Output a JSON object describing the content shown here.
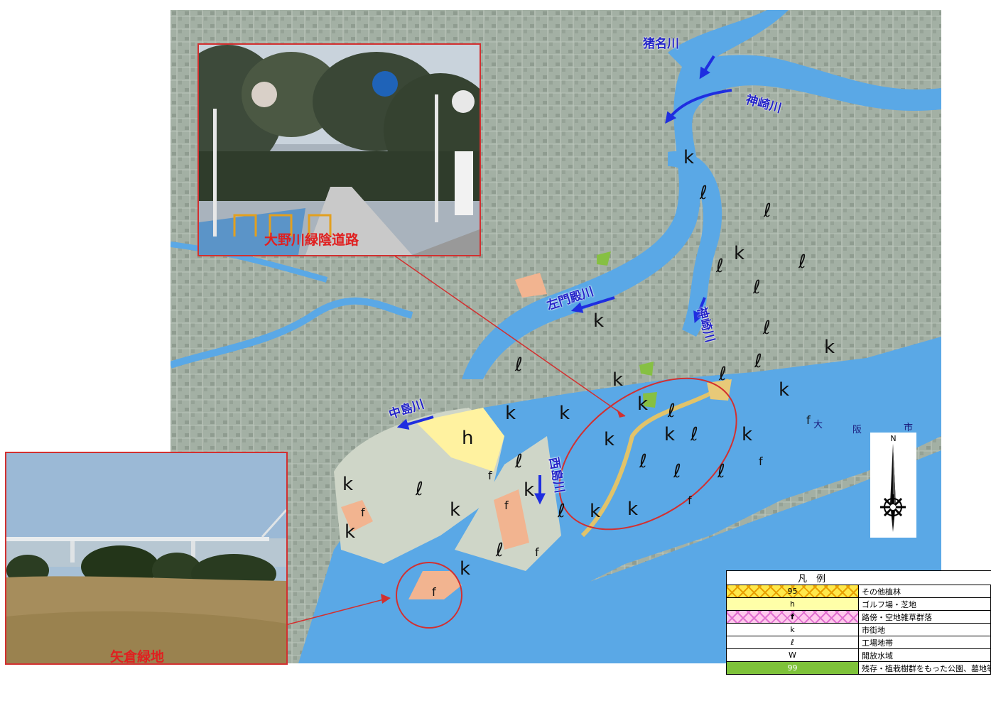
{
  "map": {
    "rivers": {
      "inagawa": "猪名川",
      "kanzakigawa": "神崎川",
      "samondonogawa": "左門殿川",
      "nakajimagawa": "中島川",
      "kanzakigawa_lower": "神崎川",
      "nishijimagawa": "西島川"
    },
    "city": {
      "char1": "大",
      "char2": "阪",
      "char3": "市"
    },
    "letters": {
      "k": "k",
      "l": "ℓ",
      "h": "h",
      "f": "f"
    }
  },
  "photos": {
    "road_caption": "大野川緑陰道路",
    "park_caption": "矢倉緑地"
  },
  "compass": {
    "north": "N"
  },
  "legend": {
    "title": "凡　例",
    "items": [
      {
        "symbol": "95",
        "label": "その他植林",
        "style": "hatch-yellow"
      },
      {
        "symbol": "h",
        "label": "ゴルフ場・芝地",
        "style": "yellow"
      },
      {
        "symbol": "f",
        "label": "路傍・空地雑草群落",
        "style": "hatch-pink"
      },
      {
        "symbol": "k",
        "label": "市街地",
        "style": "plain"
      },
      {
        "symbol": "ℓ",
        "label": "工場地帯",
        "style": "plain"
      },
      {
        "symbol": "W",
        "label": "開放水域",
        "style": "plain"
      },
      {
        "symbol": "99",
        "label": "残存・植栽樹群をもった公園、墓地等",
        "style": "green"
      }
    ]
  },
  "colors": {
    "water": "#5aa8e6",
    "urban": "#a4b1a5",
    "golf": "#fff2a0",
    "weed": "#f2b490",
    "park": "#86c043",
    "annotation": "#d23030",
    "arrow": "#1f2ee0"
  }
}
